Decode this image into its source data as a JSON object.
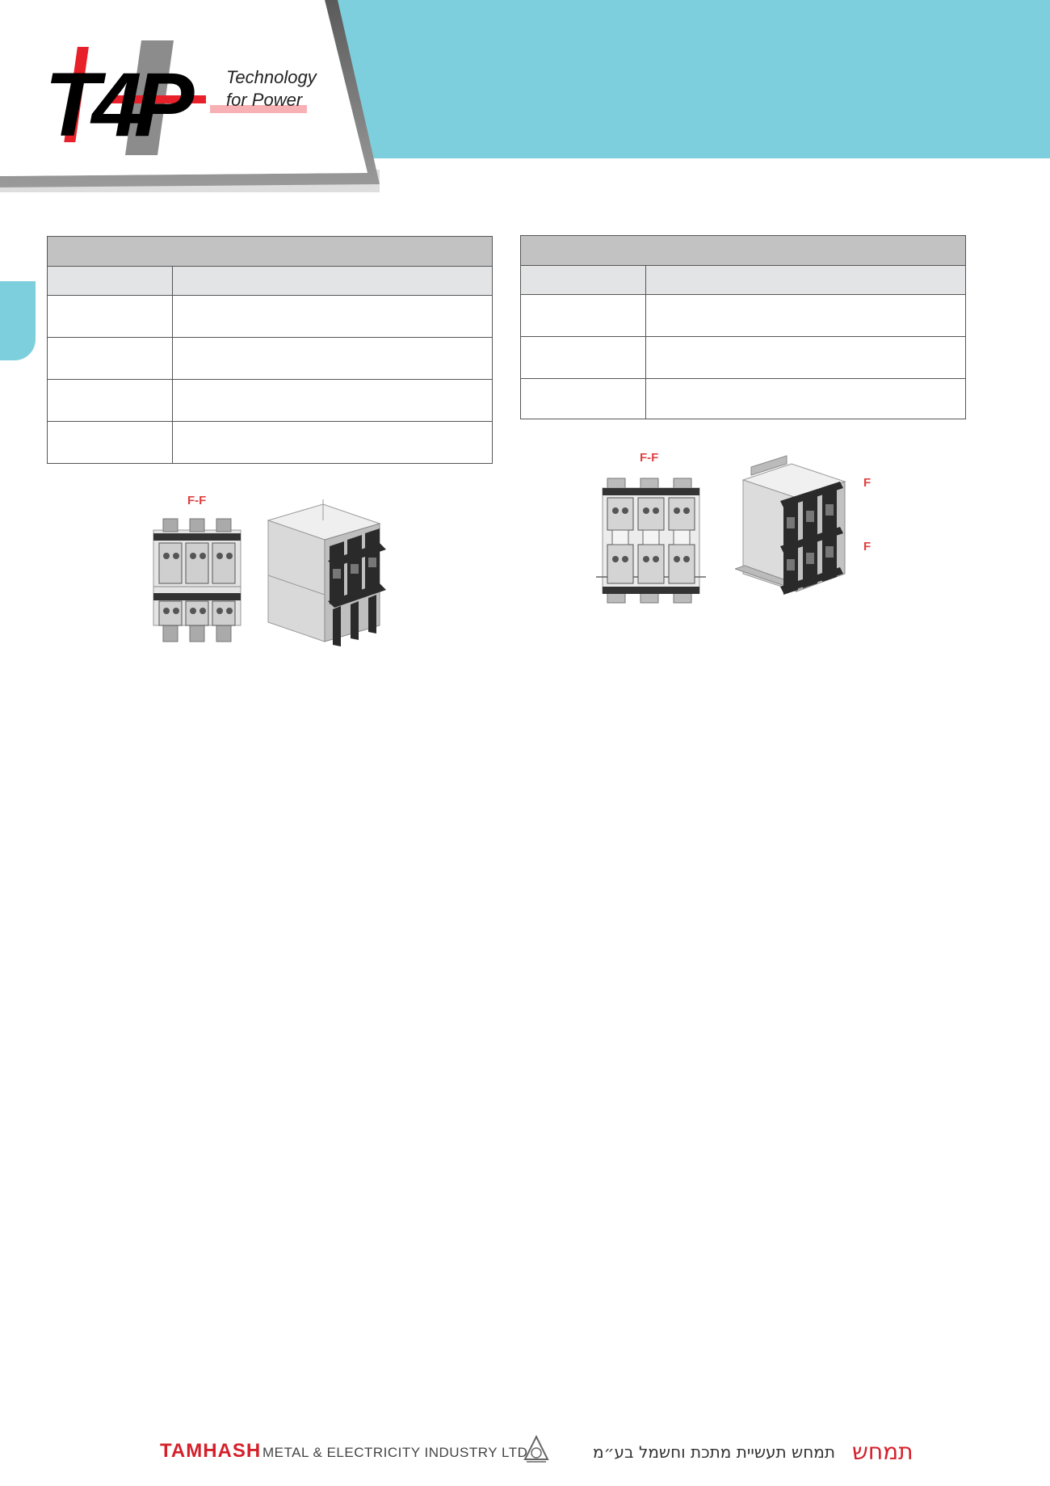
{
  "brand": {
    "logo_mark": "T4P",
    "tagline_line1": "Technology",
    "tagline_line2": "for Power",
    "accent_color": "#7ecfdd",
    "logo_red": "#e8202a",
    "logo_gray": "#8c8c8c"
  },
  "figures": {
    "left_label": "F-F",
    "right_label_front": "F-F",
    "right_label_top": "F",
    "right_label_bottom": "F"
  },
  "footer": {
    "brand": "TAMHASH",
    "company": "METAL & ELECTRICITY INDUSTRY LTD",
    "hebrew_company": "תמחש תעשיית מתכת וחשמל בע״מ",
    "hebrew_logo": "תמחש",
    "brand_color": "#d4202a"
  }
}
